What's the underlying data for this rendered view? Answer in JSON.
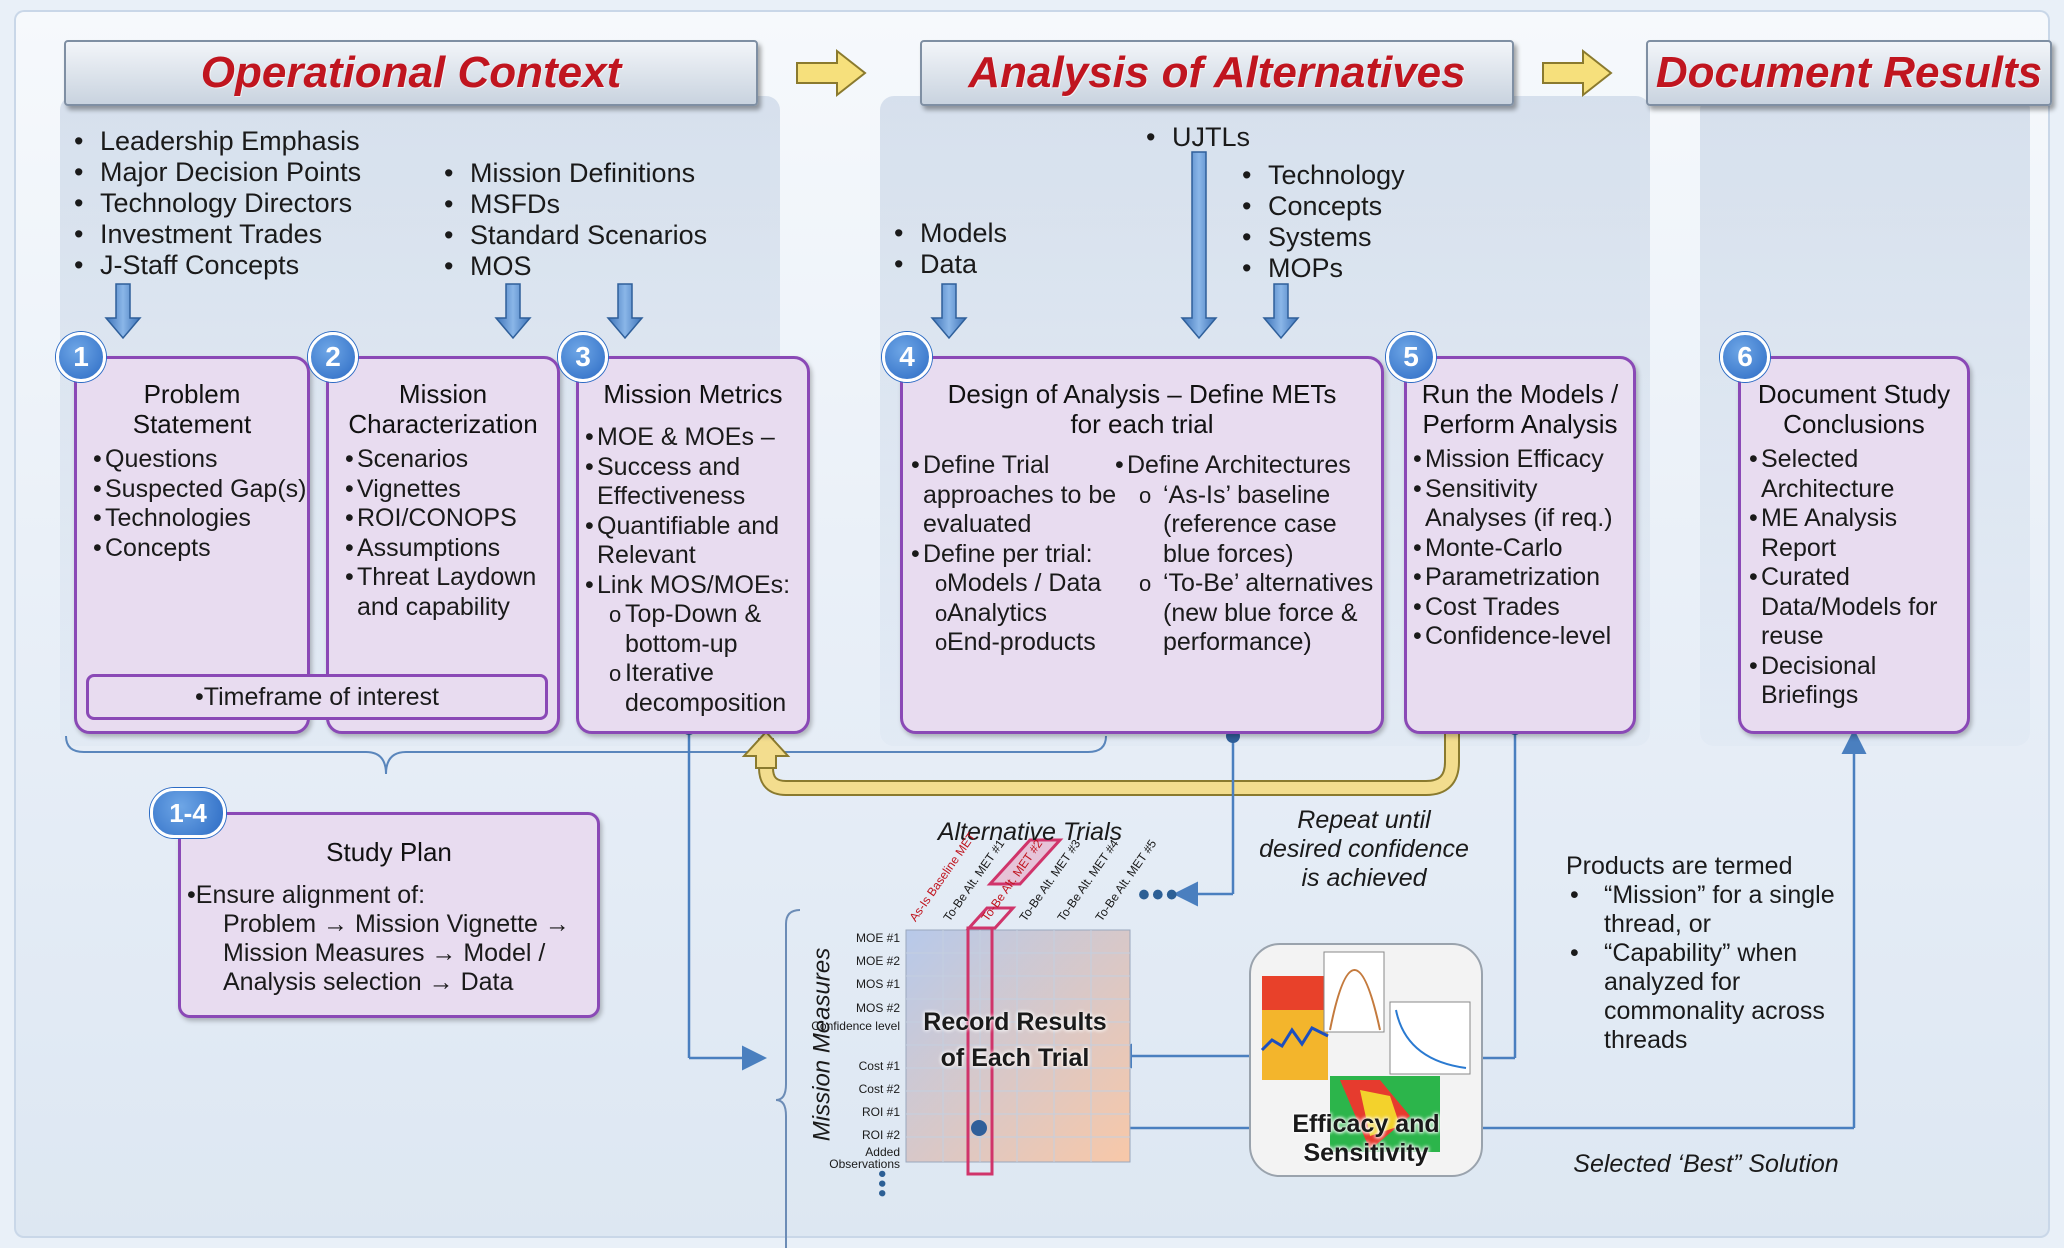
{
  "phases": {
    "operational_context": "Operational Context",
    "analysis_of_alternatives": "Analysis of Alternatives",
    "document_results": "Document Results"
  },
  "inputs": {
    "leadership": [
      "Leadership Emphasis",
      "Major Decision Points",
      "Technology Directors",
      "Investment Trades",
      "J-Staff Concepts"
    ],
    "mission": [
      "Mission Definitions",
      "MSFDs",
      "Standard Scenarios",
      "MOS"
    ],
    "ujtls": [
      "UJTLs"
    ],
    "models": [
      "Models",
      "Data"
    ],
    "technology": [
      "Technology",
      "Concepts",
      "Systems",
      "MOPs"
    ]
  },
  "steps": [
    {
      "num": "1",
      "title": "Problem Statement",
      "items": [
        "Questions",
        "Suspected Gap(s)",
        "Technologies",
        "Concepts"
      ]
    },
    {
      "num": "2",
      "title": "Mission Characterization",
      "items": [
        "Scenarios",
        "Vignettes",
        "ROI/CONOPS",
        "Assumptions",
        "Threat Laydown and capability"
      ]
    },
    {
      "num": "3",
      "title": "Mission Metrics",
      "items": [
        "MOE & MOEs –",
        "Success and Effectiveness",
        "Quantifiable and Relevant",
        "Link MOS/MOEs:"
      ],
      "sub": [
        "Top-Down & bottom-up",
        "Iterative decomposition"
      ]
    },
    {
      "num": "4",
      "title": "Design of Analysis – Define METs for each trial",
      "left": [
        "Define Trial approaches to be evaluated",
        "Define per trial:"
      ],
      "left_sub": [
        "Models / Data",
        "Analytics",
        "End-products"
      ],
      "right": [
        "Define Architectures"
      ],
      "right_sub": [
        "‘As-Is’ baseline (reference case blue forces)",
        "‘To-Be’ alternatives (new blue force & performance)"
      ]
    },
    {
      "num": "5",
      "title": "Run the Models / Perform Analysis",
      "items": [
        "Mission Efficacy",
        "Sensitivity Analyses (if req.)",
        "Monte-Carlo",
        "Parametrization",
        "Cost Trades",
        "Confidence-level"
      ]
    },
    {
      "num": "6",
      "title": "Document Study Conclusions",
      "items": [
        "Selected Architecture",
        "ME Analysis Report",
        "Curated Data/Models for reuse",
        "Decisional Briefings"
      ]
    }
  ],
  "timeframe": "Timeframe of interest",
  "study_plan": {
    "num": "1-4",
    "title": "Study Plan",
    "lines": [
      "Ensure alignment of:",
      "Problem → Mission Vignette →",
      "Mission Measures → Model /",
      "Analysis selection → Data"
    ]
  },
  "repeat_note": [
    "Repeat until",
    "desired confidence",
    "is achieved"
  ],
  "alt_trials_label": "Alternative Trials",
  "trial_columns": [
    "As-Is Baseline MET",
    "To-Be Alt. MET #1",
    "To-Be Alt. MET #2",
    "To-Be Alt. MET #3",
    "To-Be Alt. MET #4",
    "To-Be Alt. MET #5"
  ],
  "mission_measures_label": "Mission Measures",
  "measure_rows": [
    "MOE #1",
    "MOE #2",
    "MOS #1",
    "MOS #2",
    "Confidence level",
    "Cost #1",
    "Cost #2",
    "ROI #1",
    "ROI #2",
    "Added Observations"
  ],
  "record_results": [
    "Record Results",
    "of Each Trial"
  ],
  "efficacy": [
    "Efficacy and",
    "Sensitivity"
  ],
  "products_note": {
    "intro": "Products are termed",
    "items": [
      "“Mission” for a single thread, or",
      "“Capability” when analyzed for commonality across threads"
    ]
  },
  "selected_best": "Selected ‘Best” Solution",
  "colors": {
    "phase_text": "#c0151f",
    "step_border": "#8a49b6",
    "step_fill": "#e8dcf0",
    "arrow_blue": "#4a7fbf",
    "loop_gold": "#f3dd8e"
  }
}
